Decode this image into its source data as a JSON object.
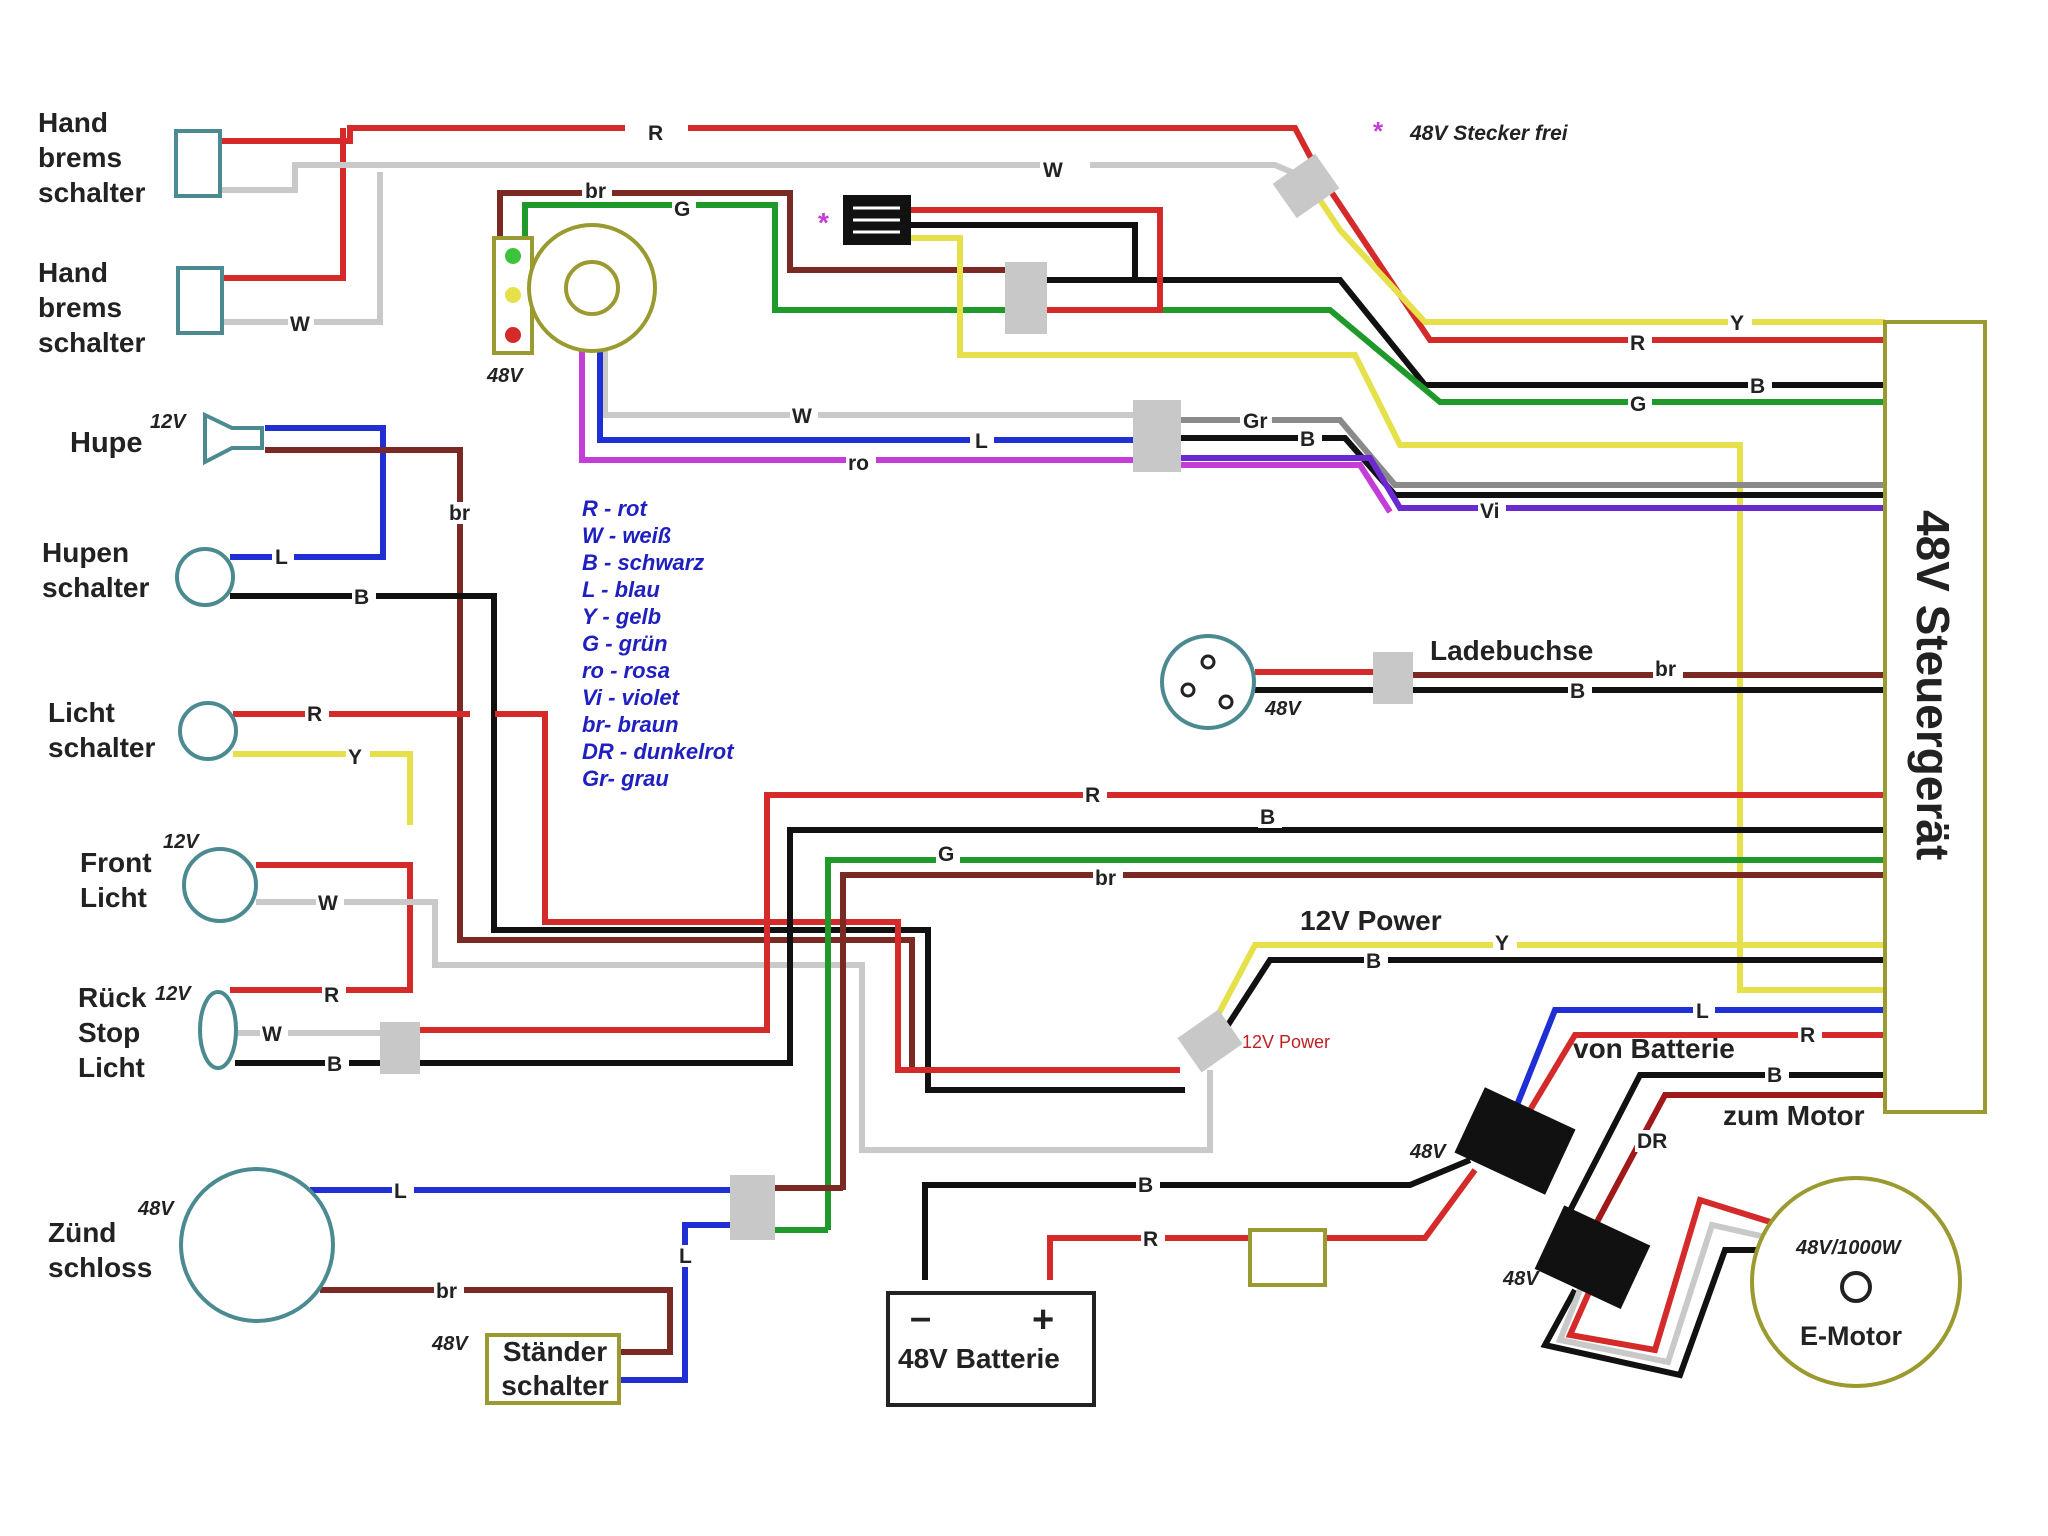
{
  "components": {
    "brake_switch_1": "Hand brems schalter",
    "brake_switch_2": "Hand brems schalter",
    "horn": "Hupe",
    "horn_voltage": "12V",
    "horn_switch": "Hupen schalter",
    "light_switch": "Licht schalter",
    "front_light": "Front Licht",
    "front_light_voltage": "12V",
    "rear_light": "Rück Stop Licht",
    "rear_light_voltage": "12V",
    "ignition": "Zünd schloss",
    "ignition_voltage": "48V",
    "stand_switch": "Ständer schalter",
    "stand_switch_voltage": "48V",
    "throttle_voltage": "48V",
    "charge_socket": "Ladebuchse",
    "charge_socket_voltage": "48V",
    "controller": "48V Steuergerät",
    "battery": "48V Batterie",
    "battery_minus": "–",
    "battery_plus": "+",
    "motor": "E-Motor",
    "motor_rating": "48V/1000W",
    "power_12v": "12V Power",
    "converter_label": "12V Power",
    "from_battery": "von Batterie",
    "to_motor": "zum Motor",
    "conn_48v_a": "48V",
    "conn_48v_b": "48V",
    "free_connector_marker": "*",
    "free_connector_note": "48V Stecker frei"
  },
  "legend": [
    "R - rot",
    "W - weiß",
    "B - schwarz",
    "L - blau",
    "Y - gelb",
    "G - grün",
    "ro - rosa",
    "Vi - violet",
    "br- braun",
    "DR - dunkelrot",
    "Gr- grau"
  ],
  "wire_labels": {
    "r_top": "R",
    "w_top": "W",
    "br_top": "br",
    "g_top": "G",
    "w_brake2": "W",
    "r_ctrl": "R",
    "y_ctrl": "Y",
    "b_ctrl": "B",
    "g_ctrl": "G",
    "w_throttle": "W",
    "l_throttle": "L",
    "ro_throttle": "ro",
    "gr": "Gr",
    "b_mid": "B",
    "vi": "Vi",
    "br_horn": "br",
    "l_hornsw": "L",
    "b_hornsw": "B",
    "r_light": "R",
    "y_light": "Y",
    "w_front": "W",
    "r_rear": "R",
    "w_rear": "W",
    "b_rear": "B",
    "br_charge": "br",
    "b_charge": "B",
    "r_mid": "R",
    "b_mid2": "B",
    "g_mid": "G",
    "br_mid": "br",
    "y_12v": "Y",
    "b_12v": "B",
    "l_ign": "L",
    "br_ign": "br",
    "l_stand": "L",
    "b_batt": "B",
    "r_batt": "R",
    "l_pwr": "L",
    "r_pwr": "R",
    "b_pwr": "B",
    "dr": "DR"
  },
  "colors": {
    "red": "#d42a2a",
    "black": "#111111",
    "white_gray": "#c9c9c9",
    "green": "#1f9a2a",
    "yellow": "#e6e04a",
    "blue": "#1f2fd4",
    "pink": "#c33dd6",
    "violet": "#6a2ad0",
    "brown": "#7a2a22",
    "gray": "#8a8a8a",
    "dark_red": "#a01818",
    "outline_teal": "#4a8a90",
    "outline_olive": "#9a9a30",
    "legend_blue": "#2020c0"
  }
}
